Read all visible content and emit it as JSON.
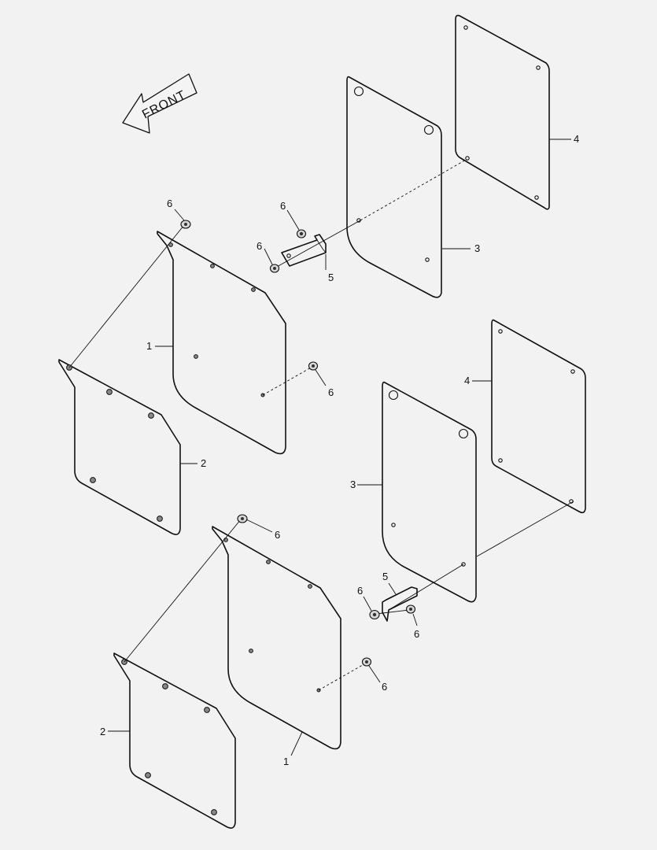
{
  "direction_label": "FRONT",
  "callouts": [
    "1",
    "2",
    "3",
    "4",
    "5",
    "6"
  ]
}
